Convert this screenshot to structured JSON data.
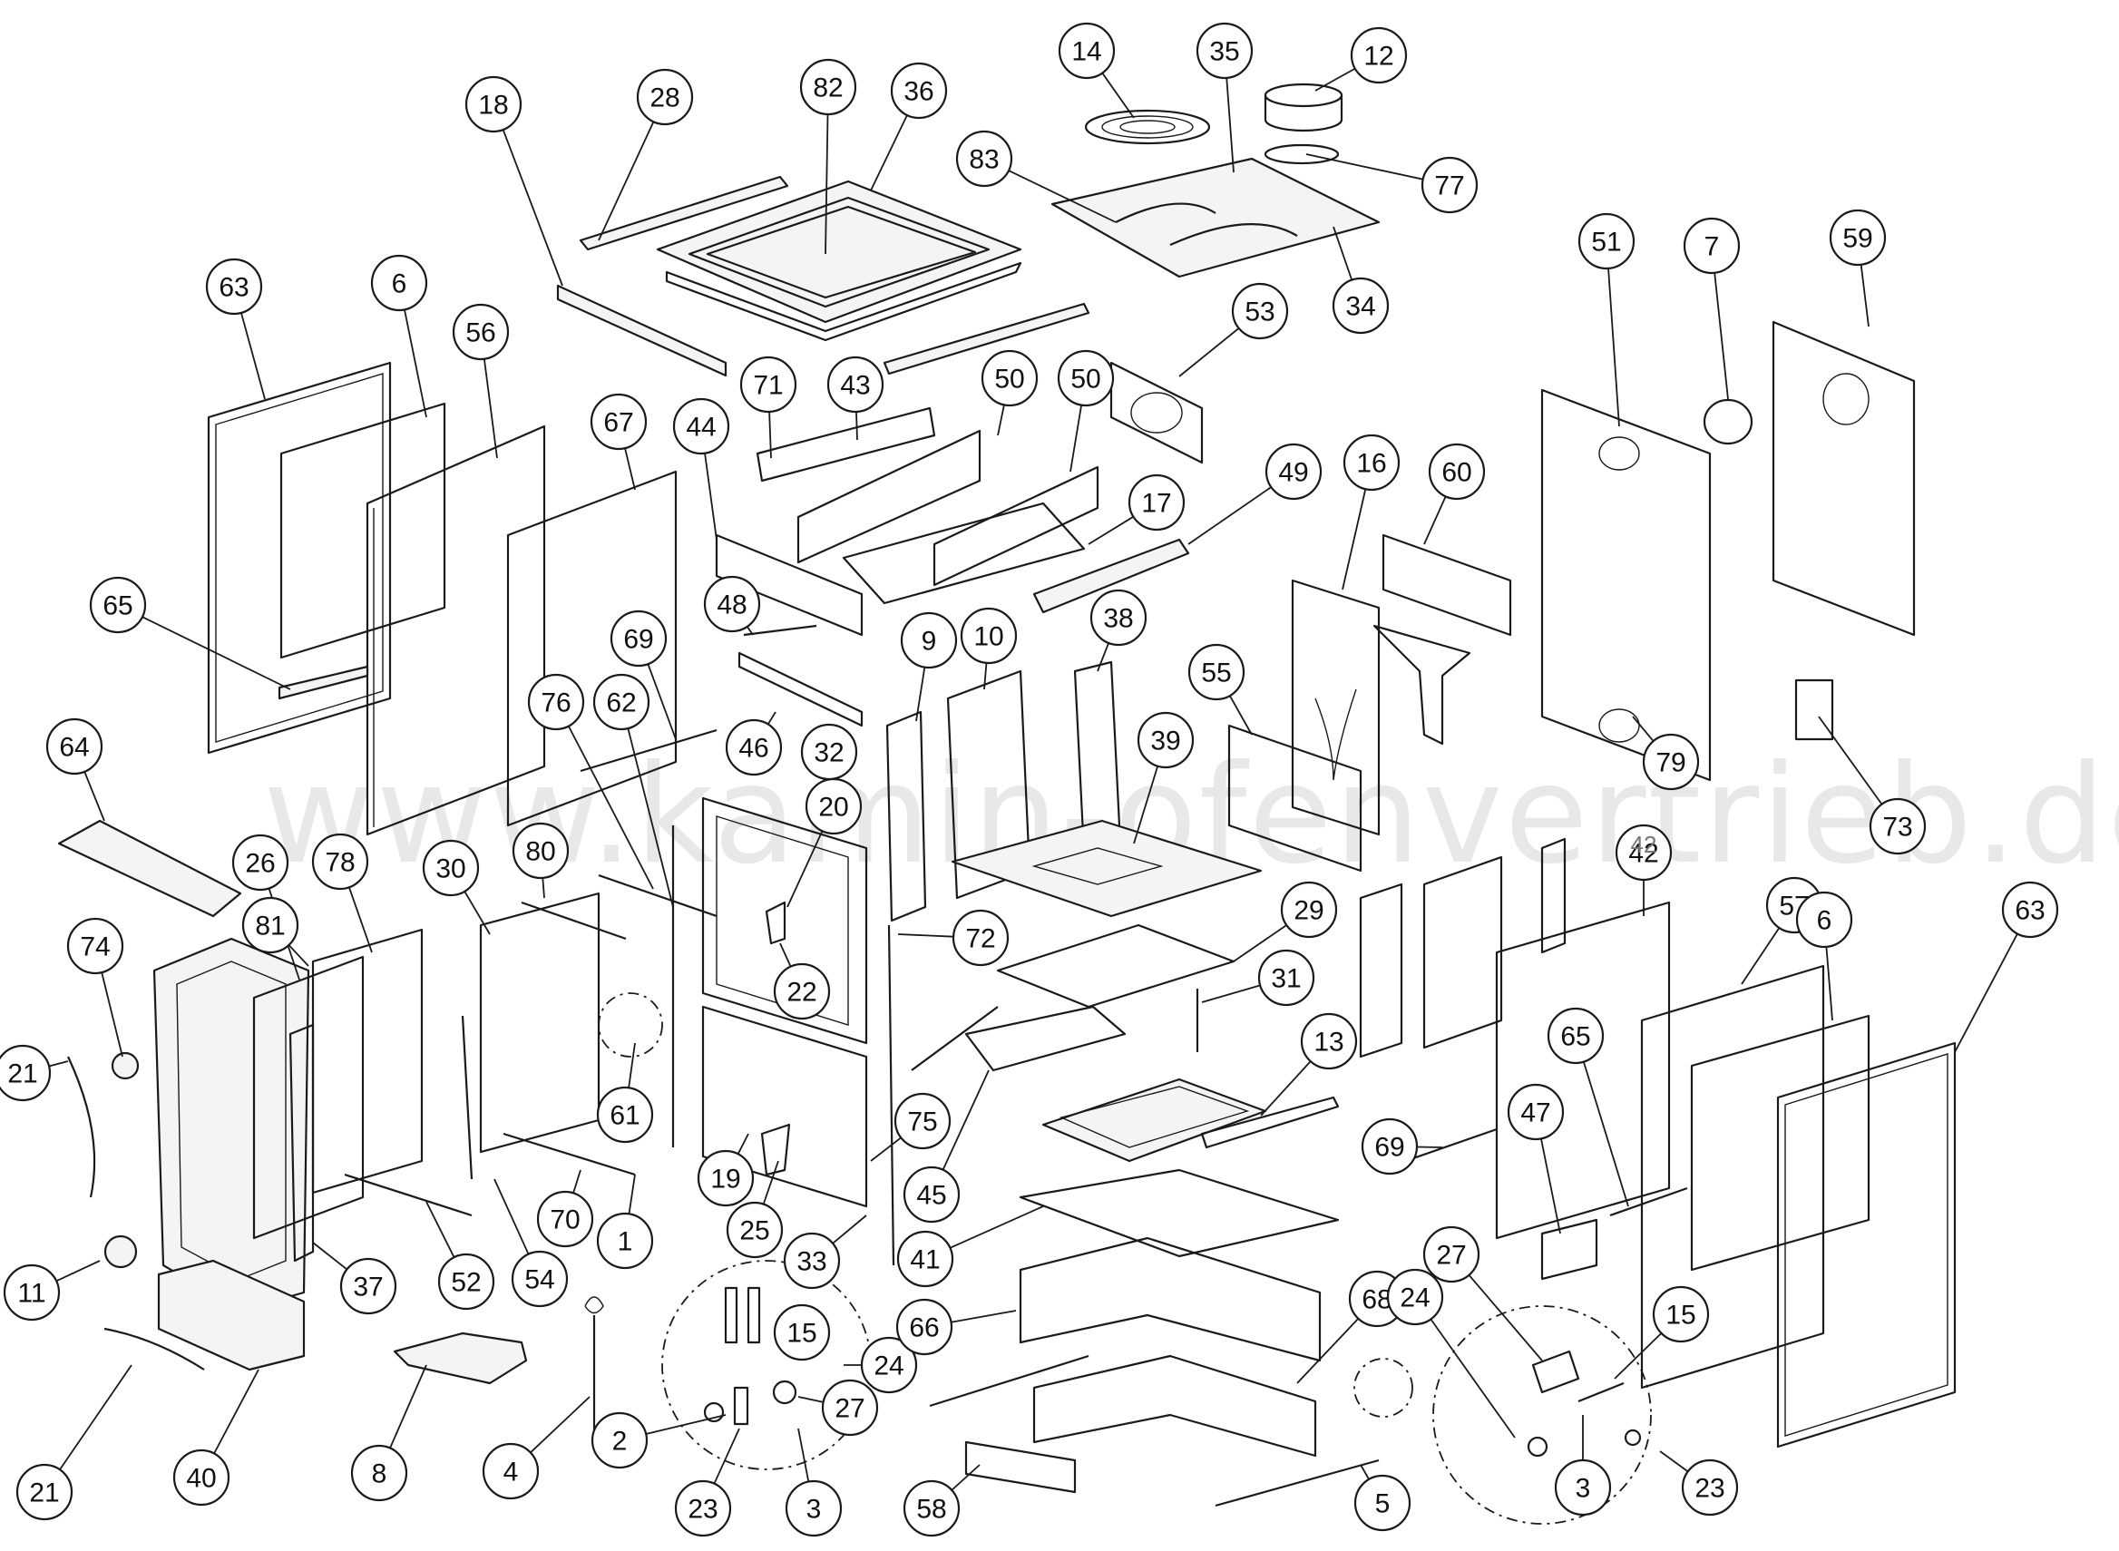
{
  "watermark": "www.kamin-ofenvertrieb.de",
  "callouts": [
    "18",
    "28",
    "82",
    "36",
    "14",
    "35",
    "12",
    "83",
    "77",
    "34",
    "63",
    "6",
    "56",
    "67",
    "44",
    "71",
    "43",
    "50",
    "50",
    "53",
    "65",
    "69",
    "48",
    "9",
    "10",
    "38",
    "17",
    "49",
    "16",
    "60",
    "51",
    "7",
    "59",
    "79",
    "73",
    "64",
    "76",
    "62",
    "46",
    "32",
    "20",
    "22",
    "39",
    "55",
    "26",
    "78",
    "30",
    "80",
    "81",
    "74",
    "21",
    "61",
    "19",
    "25",
    "75",
    "33",
    "72",
    "29",
    "31",
    "13",
    "45",
    "41",
    "11",
    "37",
    "52",
    "54",
    "70",
    "1",
    "15",
    "24",
    "27",
    "2",
    "23",
    "3",
    "21",
    "40",
    "8",
    "4",
    "66",
    "68",
    "58",
    "5",
    "42",
    "57",
    "6",
    "63",
    "65",
    "47",
    "69",
    "27",
    "24",
    "15",
    "3",
    "23"
  ],
  "plain_labels": [
    "42"
  ]
}
